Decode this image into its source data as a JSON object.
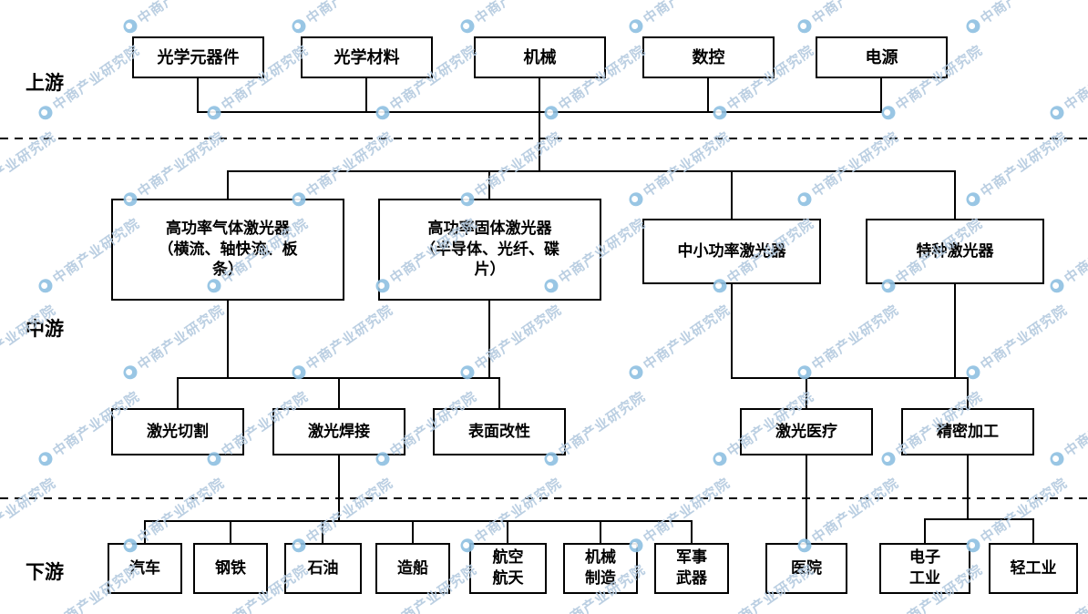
{
  "watermark": {
    "text": "中商产业研究院"
  },
  "stage_labels": {
    "upstream": "上游",
    "midstream": "中游",
    "downstream": "下游"
  },
  "upstream_boxes": [
    "光学元器件",
    "光学材料",
    "机械",
    "数控",
    "电源"
  ],
  "midstream_primary": [
    "高功率气体激光器\n（横流、轴快流、板\n条）",
    "高功率固体激光器\n（半导体、光纤、碟\n片）",
    "中小功率激光器",
    "特种激光器"
  ],
  "midstream_apps": [
    "激光切割",
    "激光焊接",
    "表面改性",
    "激光医疗",
    "精密加工"
  ],
  "downstream_boxes": [
    "汽车",
    "钢铁",
    "石油",
    "造船",
    "航空\n航天",
    "机械\n制造",
    "军事\n武器",
    "医院",
    "电子\n工业",
    "轻工业"
  ]
}
